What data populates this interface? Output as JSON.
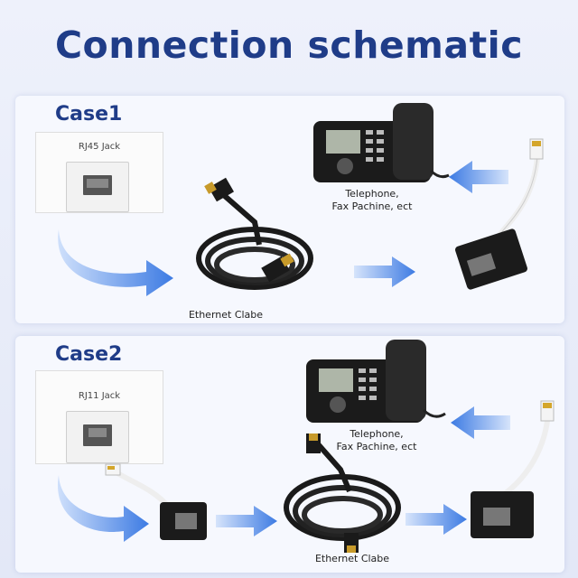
{
  "title": "Connection schematic",
  "case1": {
    "label": "Case1",
    "jack_label": "RJ45 Jack",
    "phone_caption_line1": "Telephone,",
    "phone_caption_line2": "Fax Pachine, ect",
    "cable_caption": "Ethernet Clabe"
  },
  "case2": {
    "label": "Case2",
    "jack_label": "RJ11 Jack",
    "phone_caption_line1": "Telephone,",
    "phone_caption_line2": "Fax Pachine, ect",
    "cable_caption": "Ethernet Clabe"
  },
  "colors": {
    "title": "#1f3c88",
    "arrow": "#3d7be3",
    "cable": "#1a1a1a",
    "gold": "#c79a2a"
  }
}
